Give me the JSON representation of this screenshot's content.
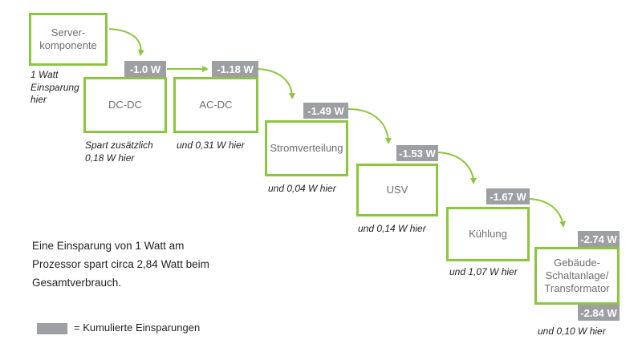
{
  "stages": [
    {
      "label": "Server-\nkomponente",
      "badge": "",
      "note": "1 Watt\nEinsparung\nhier"
    },
    {
      "label": "DC-DC",
      "badge": "-1.0 W",
      "note": "Spart zusätzlich\n0,18 W hier"
    },
    {
      "label": "AC-DC",
      "badge": "-1.18 W",
      "note": "und 0,31 W hier"
    },
    {
      "label": "Stromverteilung",
      "badge": "-1.49 W",
      "note": "und 0,04 W hier"
    },
    {
      "label": "USV",
      "badge": "-1.53 W",
      "note": "und 0,14 W hier"
    },
    {
      "label": "Kühlung",
      "badge": "-1.67 W",
      "note": "und 1,07 W hier"
    },
    {
      "label": "Gebäude-\nSchaltanlage/\nTransformator",
      "badge": "-2.74 W",
      "note": "und 0,10 W hier"
    }
  ],
  "total_badge": "-2.84 W",
  "summary": "Eine Einsparung von 1 Watt am\nProzessor spart circa 2,84 Watt beim\nGesamtverbrauch.",
  "legend": "= Kumulierte Einsparungen",
  "colors": {
    "box_border": "#8cc63f",
    "badge": "#9d9fa2",
    "arrow": "#8cc63f"
  }
}
